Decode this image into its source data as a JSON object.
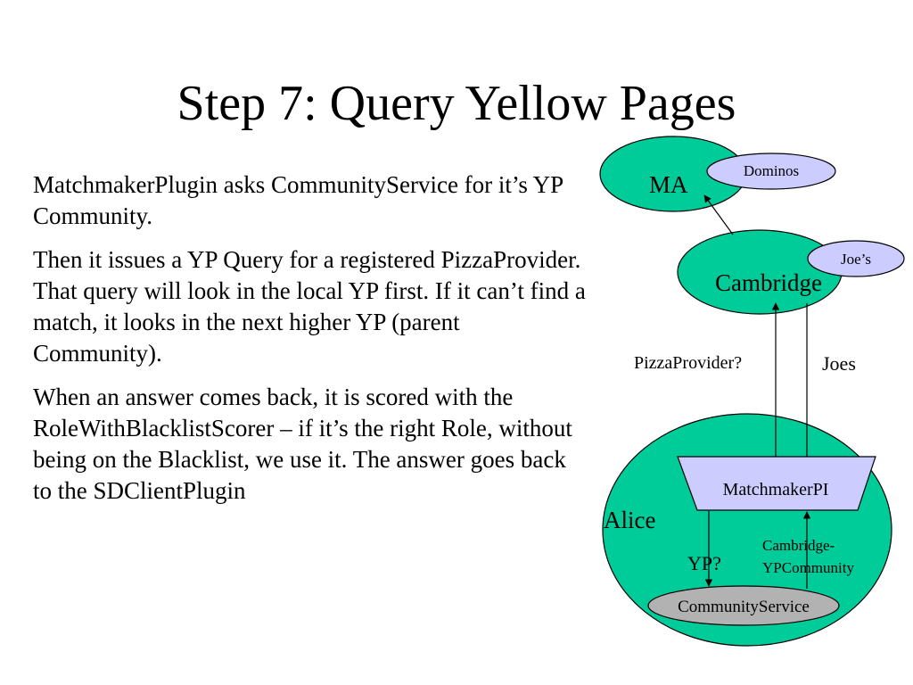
{
  "slide": {
    "title": "Step 7: Query Yellow Pages",
    "paragraphs": [
      "MatchmakerPlugin asks CommunityService for it’s YP Community.",
      "Then it issues a YP Query for a registered PizzaProvider. That query will look in the local YP first. If it can’t find a match, it looks in the next higher YP (parent Community).",
      "When an answer comes back, it is scored with the RoleWithBlacklistScorer – if it’s the right Role, without being on the Blacklist, we use it. The answer goes back to the SDClientPlugin"
    ]
  },
  "diagram": {
    "colors": {
      "community_fill": "#00cc99",
      "provider_fill": "#ccccff",
      "service_fill": "#b2b2b2",
      "stroke": "#000000"
    },
    "nodes": {
      "ma": {
        "label": "MA"
      },
      "dominos": {
        "label": "Dominos"
      },
      "cambridge": {
        "label": "Cambridge"
      },
      "joes_provider": {
        "label": "Joe’s"
      },
      "alice": {
        "label": "Alice"
      },
      "matchmaker": {
        "label": "MatchmakerPI"
      },
      "community_service": {
        "label": "CommunityService"
      }
    },
    "edge_labels": {
      "pizza_query": "PizzaProvider?",
      "joes_answer": "Joes",
      "yp_query": "YP?",
      "yp_answer_line1": "Cambridge-",
      "yp_answer_line2": "YPCommunity"
    }
  }
}
